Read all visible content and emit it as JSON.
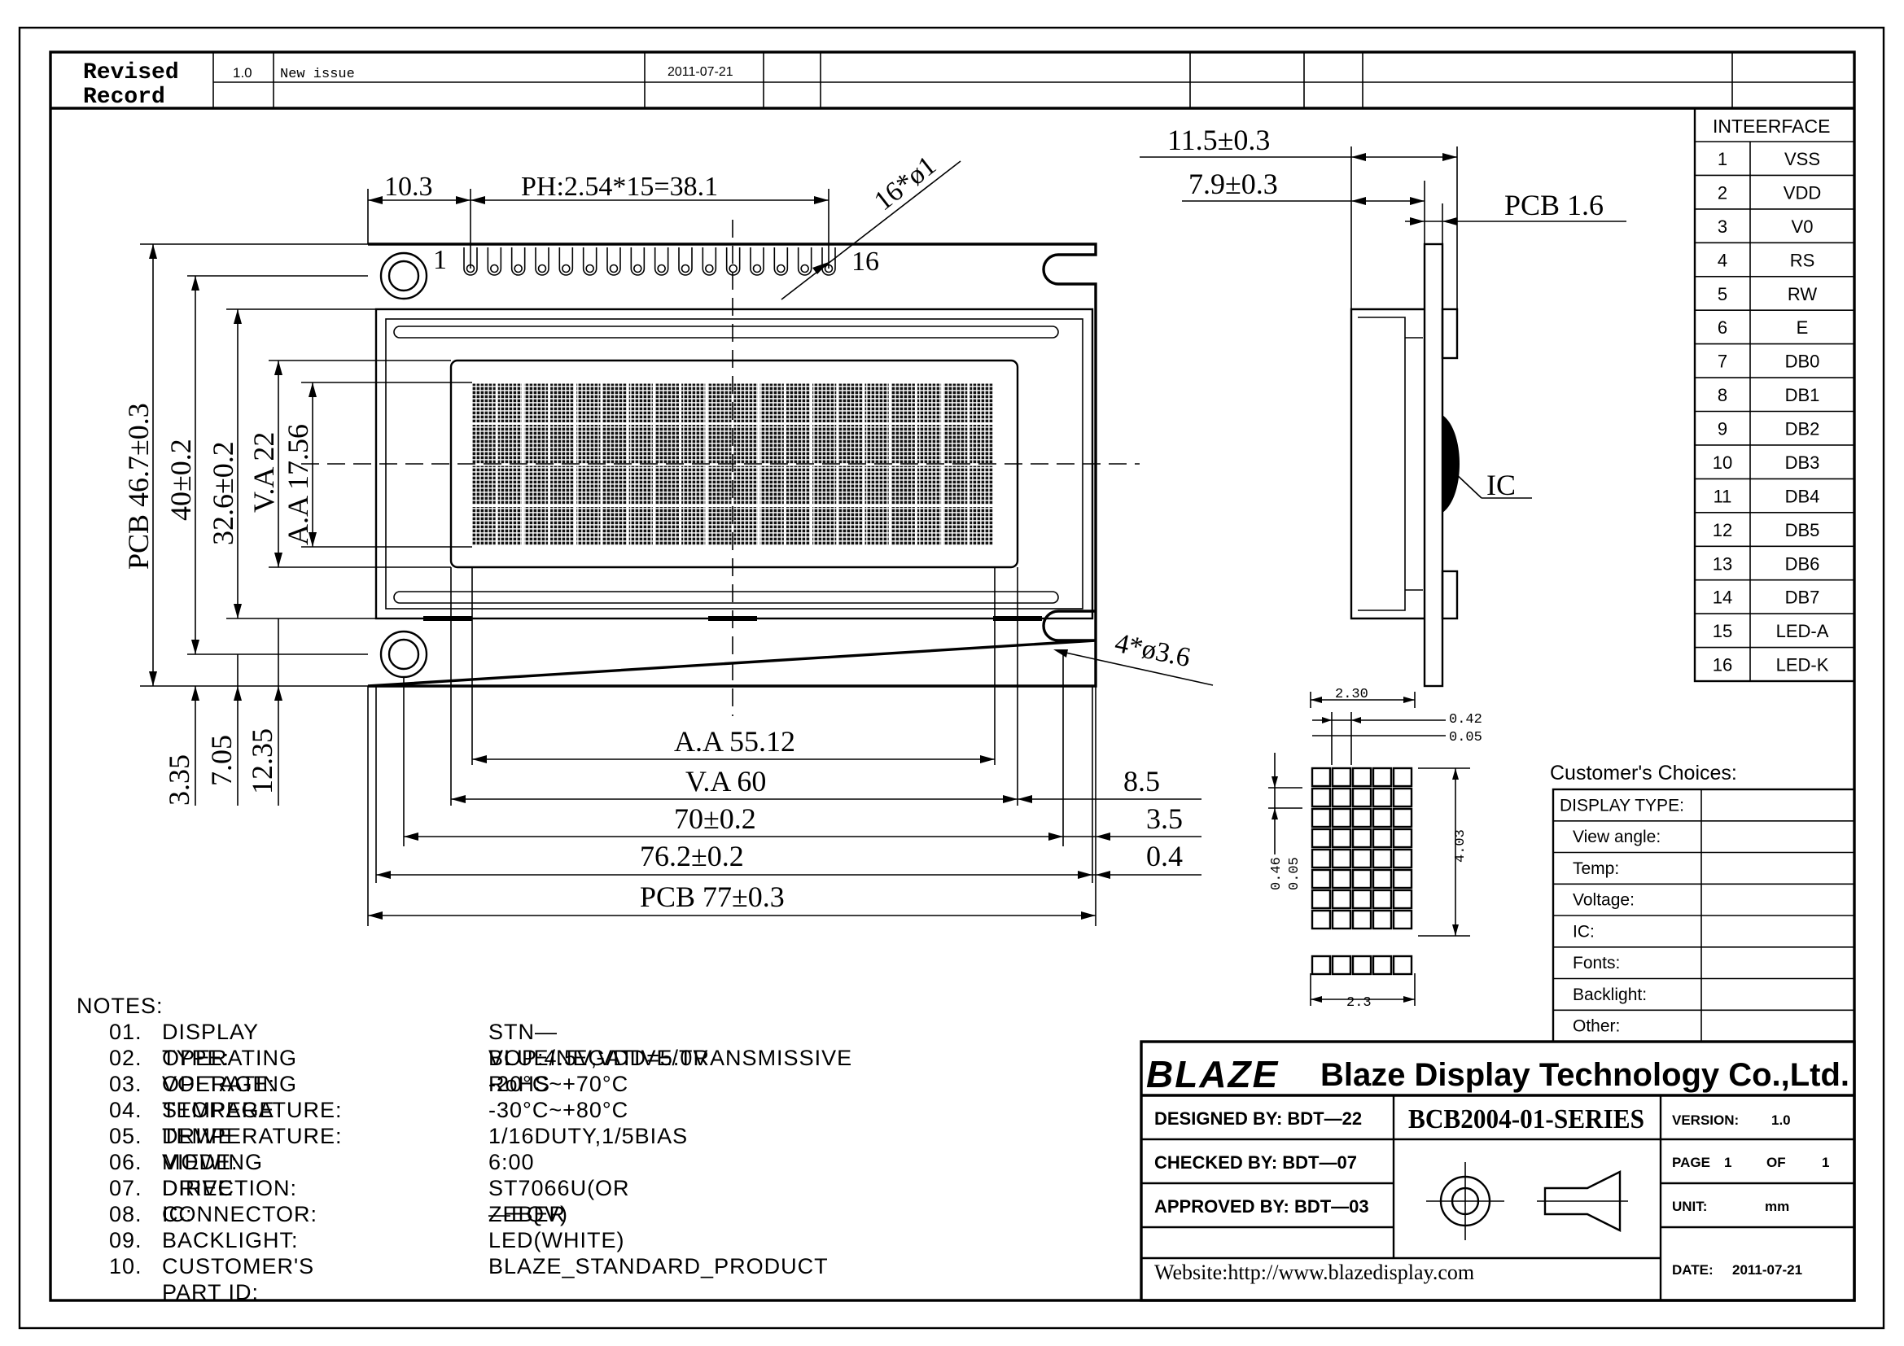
{
  "revision": {
    "heading": "Revised Record",
    "version": "1.0",
    "description": "New issue",
    "date": "2011-07-21"
  },
  "front_view": {
    "dim_top_left": "10.3",
    "dim_pitch": "PH:2.54*15=38.1",
    "pin_first": "1",
    "pin_last": "16",
    "pin_holes": "16*ø1",
    "dim_pcb_height": "PCB 46.7±0.3",
    "dim_40": "40±0.2",
    "dim_326": "32.6±0.2",
    "dim_va22": "V.A 22",
    "dim_aa1756": "A.A 17.56",
    "dim_335": "3.35",
    "dim_705": "7.05",
    "dim_1235": "12.35",
    "dim_aa5512": "A.A 55.12",
    "dim_va60": "V.A 60",
    "dim_70": "70±0.2",
    "dim_762": "76.2±0.2",
    "dim_pcb77": "PCB 77±0.3",
    "dim_85": "8.5",
    "dim_35": "3.5",
    "dim_04": "0.4",
    "mount_holes": "4*ø3.6"
  },
  "side_view": {
    "dim_115": "11.5±0.3",
    "dim_79": "7.9±0.3",
    "pcb_thickness": "PCB 1.6",
    "ic_label": "IC"
  },
  "char_detail": {
    "dim_230": "2.30",
    "dim_042": "0.42",
    "dim_005_top": "0.05",
    "dim_046": "0.46",
    "dim_005_side": "0.05",
    "dim_403": "4.03",
    "dim_23": "2.3"
  },
  "interface": {
    "title": "INTEERFACE",
    "pins": [
      {
        "no": "1",
        "name": "VSS"
      },
      {
        "no": "2",
        "name": "VDD"
      },
      {
        "no": "3",
        "name": "V0"
      },
      {
        "no": "4",
        "name": "RS"
      },
      {
        "no": "5",
        "name": "RW"
      },
      {
        "no": "6",
        "name": "E"
      },
      {
        "no": "7",
        "name": "DB0"
      },
      {
        "no": "8",
        "name": "DB1"
      },
      {
        "no": "9",
        "name": "DB2"
      },
      {
        "no": "10",
        "name": "DB3"
      },
      {
        "no": "11",
        "name": "DB4"
      },
      {
        "no": "12",
        "name": "DB5"
      },
      {
        "no": "13",
        "name": "DB6"
      },
      {
        "no": "14",
        "name": "DB7"
      },
      {
        "no": "15",
        "name": "LED-A"
      },
      {
        "no": "16",
        "name": "LED-K"
      }
    ]
  },
  "customer": {
    "title": "Customer's Choices:",
    "rows": [
      "DISPLAY TYPE:",
      "View angle:",
      "Temp:",
      "Voltage:",
      "IC:",
      "Fonts:",
      "Backlight:",
      "Other:"
    ]
  },
  "notes": {
    "heading": "NOTES:",
    "items": [
      {
        "num": "01.",
        "label": "DISPLAY TYPE:",
        "value": "STN—BLUE/NEGATIVE/TRANSMISSIVE RoHS"
      },
      {
        "num": "02.",
        "label": "OPERATING VOLTAGE:",
        "value": "VOP:4.5V,VDD=5.0V"
      },
      {
        "num": "03.",
        "label": "OPERATING TEMPERATURE:",
        "value": "-20°C~+70°C"
      },
      {
        "num": "04.",
        "label": "STORAGE TEMPERATURE:",
        "value": "-30°C~+80°C"
      },
      {
        "num": "05.",
        "label": "DRIVE MODE:",
        "value": "1/16DUTY,1/5BIAS"
      },
      {
        "num": "06.",
        "label": "VIEWING DIRECTION:",
        "value": "6:00"
      },
      {
        "num": "07.",
        "label": "DRIVE IC:",
        "value": "ST7066U(OR—EQV)"
      },
      {
        "num": "08.",
        "label": "CONNECTOR:",
        "value": "ZEBER"
      },
      {
        "num": "09.",
        "label": "BACKLIGHT:",
        "value": "LED(WHITE)"
      },
      {
        "num": "10.",
        "label": "CUSTOMER'S PART ID:",
        "value": "BLAZE_STANDARD_PRODUCT"
      }
    ]
  },
  "title_block": {
    "logo": "BLAZE",
    "company": "Blaze Display Technology Co.,Ltd.",
    "designed": "DESIGNED BY: BDT—22",
    "checked": "CHECKED BY: BDT—07",
    "approved": "APPROVED BY: BDT—03",
    "part_no": "BCB2004-01-SERIES",
    "version_label": "VERSION:",
    "version_value": "1.0",
    "page_label": "PAGE",
    "page_no": "1",
    "of_label": "OF",
    "page_total": "1",
    "unit_label": "UNIT:",
    "unit_value": "mm",
    "website": "Website:http://www.blazedisplay.com",
    "date_label": "DATE:",
    "date_value": "2011-07-21"
  }
}
